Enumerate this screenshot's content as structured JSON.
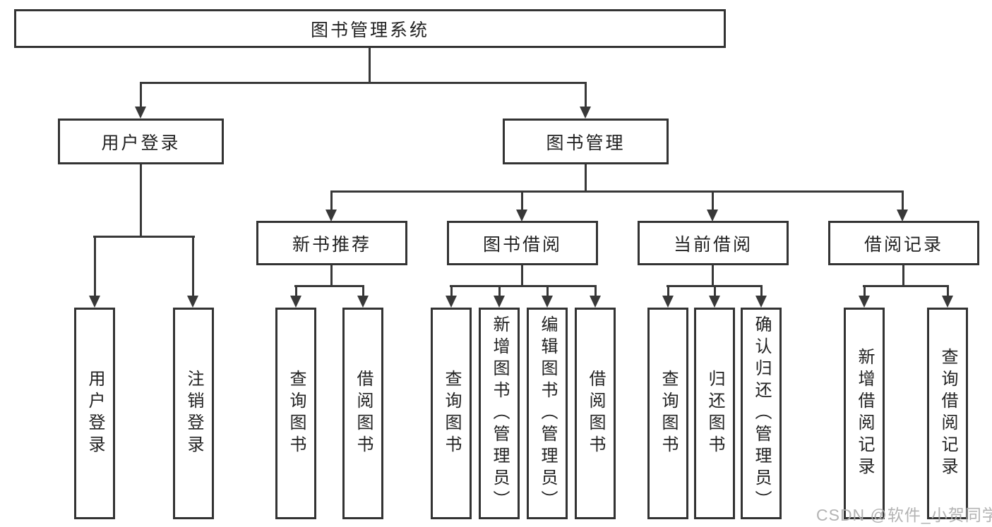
{
  "title": "图书管理系统",
  "branches": [
    {
      "label": "用户登录",
      "children": [
        {
          "label": "用户登录"
        },
        {
          "label": "注销登录"
        }
      ]
    },
    {
      "label": "图书管理",
      "children": [
        {
          "label": "新书推荐",
          "children": [
            {
              "label": "查询图书"
            },
            {
              "label": "借阅图书"
            }
          ]
        },
        {
          "label": "图书借阅",
          "children": [
            {
              "label": "查询图书"
            },
            {
              "label": "新增图书（管理员）"
            },
            {
              "label": "编辑图书（管理员）"
            },
            {
              "label": "借阅图书"
            }
          ]
        },
        {
          "label": "当前借阅",
          "children": [
            {
              "label": "查询图书"
            },
            {
              "label": "归还图书"
            },
            {
              "label": "确认归还（管理员）"
            }
          ]
        },
        {
          "label": "借阅记录",
          "children": [
            {
              "label": "新增借阅记录"
            },
            {
              "label": "查询借阅记录"
            }
          ]
        }
      ]
    }
  ],
  "watermark": "CSDN @软件_小贺同学",
  "colors": {
    "line": "#383838",
    "box_border": "#333333",
    "text": "#222222",
    "watermark": "#afafaf",
    "background": "#ffffff"
  }
}
